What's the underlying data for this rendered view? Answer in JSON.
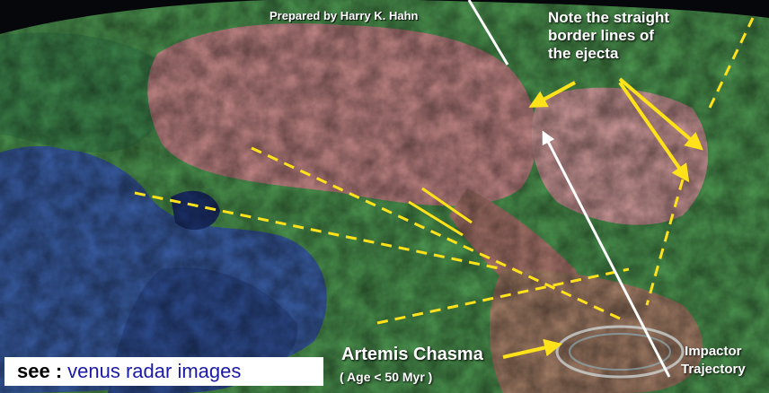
{
  "image": {
    "credit": "Prepared by Harry K. Hahn",
    "note_lines": [
      "Note the straight",
      "border lines of",
      "the ejecta"
    ],
    "feature_name": "Artemis Chasma",
    "feature_age": "( Age < 50 Myr )",
    "trajectory_lines": [
      "Impactor",
      "Trajectory"
    ],
    "see_prefix": "see :",
    "see_link": "venus radar images"
  },
  "colors": {
    "highland": "#c98a8a",
    "lowland_green": "#4e9a52",
    "lowland_blue": "#3a5fa8",
    "annotation_yellow": "#ffe21a",
    "trajectory_white": "#ffffff",
    "link_blue": "#1a1aa6"
  }
}
